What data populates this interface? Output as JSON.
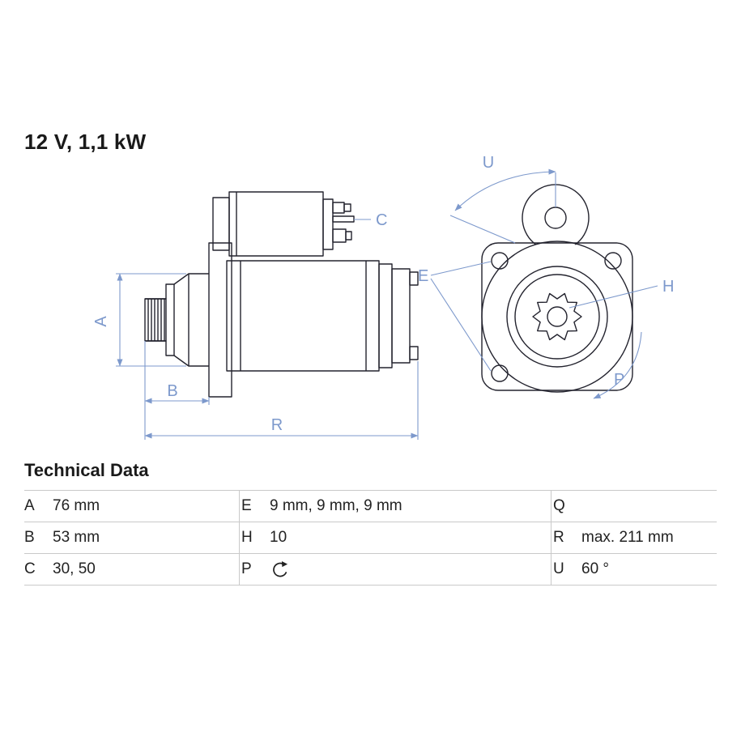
{
  "colors": {
    "line": "#23232e",
    "dimension": "#7d99cc",
    "text": "#1a1a1a",
    "table_border": "#c9c9c9"
  },
  "header": {
    "title": "12 V, 1,1 kW"
  },
  "drawing": {
    "labels": {
      "A": "A",
      "B": "B",
      "C": "C",
      "E": "E",
      "H": "H",
      "P": "P",
      "R": "R",
      "U": "U"
    }
  },
  "technical_data": {
    "heading": "Technical Data",
    "rows": [
      {
        "cells": [
          {
            "key": "A",
            "value": "76 mm"
          },
          {
            "key": "E",
            "value": "9 mm, 9 mm, 9 mm"
          },
          {
            "key": "Q",
            "value": ""
          }
        ]
      },
      {
        "cells": [
          {
            "key": "B",
            "value": "53 mm"
          },
          {
            "key": "H",
            "value": "10"
          },
          {
            "key": "R",
            "value": "max. 211 mm"
          }
        ]
      },
      {
        "cells": [
          {
            "key": "C",
            "value": "30, 50"
          },
          {
            "key": "P",
            "value": "",
            "icon": "rotation-direction-icon"
          },
          {
            "key": "U",
            "value": "60 °"
          }
        ]
      }
    ]
  }
}
